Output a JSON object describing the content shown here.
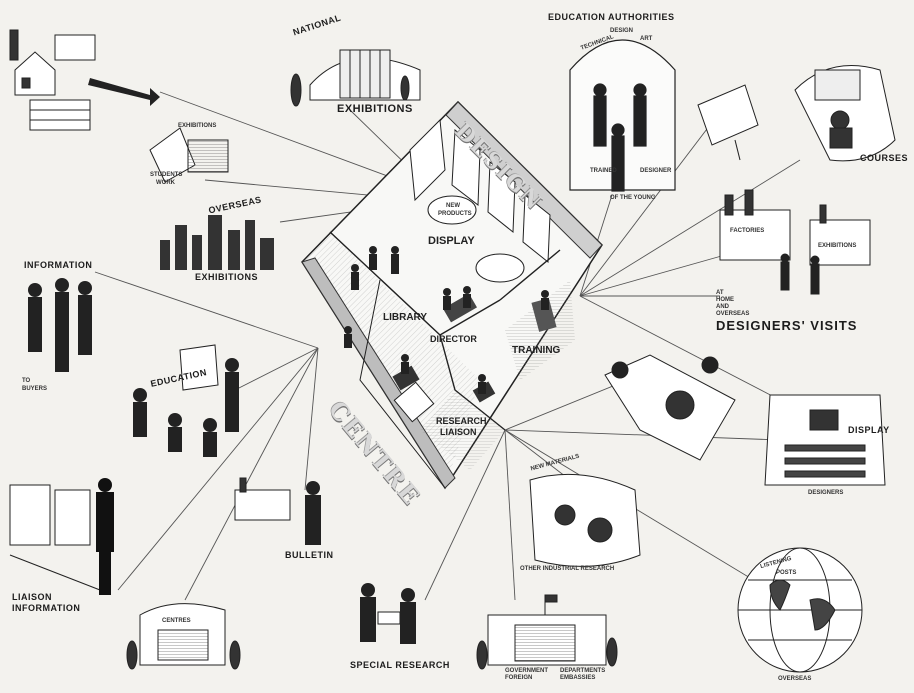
{
  "centre": {
    "title_top": "DESIGN",
    "title_bottom": "CENTRE",
    "rooms": {
      "display": "DISPLAY",
      "library": "LIBRARY",
      "director": "DIRECTOR",
      "training": "TRAINING",
      "research_liaison_1": "RESEARCH",
      "research_liaison_2": "LIAISON",
      "new_products_1": "NEW",
      "new_products_2": "PRODUCTS"
    }
  },
  "nodes": {
    "national_exhibitions_1": "NATIONAL",
    "national_exhibitions_2": "EXHIBITIONS",
    "education_authorities": "EDUCATION AUTHORITIES",
    "ea_design": "DESIGN",
    "ea_technical": "TECHNICAL",
    "ea_art": "ART",
    "ea_trained": "TRAINED",
    "ea_designer": "DESIGNER",
    "ea_young": "OF THE YOUNG",
    "exhibitions_small": "EXHIBITIONS",
    "students_work_1": "STUDENTS",
    "students_work_2": "WORK",
    "overseas_exhibitions_1": "OVERSEAS",
    "overseas_exhibitions_2": "EXHIBITIONS",
    "courses": "COURSES",
    "factories": "FACTORIES",
    "exhibitions_right": "EXHIBITIONS",
    "at_home_1": "AT",
    "at_home_2": "HOME",
    "at_home_3": "AND",
    "at_home_4": "OVERSEAS",
    "designers_visits": "DESIGNERS' VISITS",
    "information": "INFORMATION",
    "to_buyers_1": "TO",
    "to_buyers_2": "BUYERS",
    "education": "EDUCATION",
    "display_right": "DISPLAY",
    "designers_bottom": "DESIGNERS",
    "liaison_information_1": "LIAISON",
    "liaison_information_2": "INFORMATION",
    "bulletin": "BULLETIN",
    "new_materials": "NEW MATERIALS",
    "other_industrial_research": "OTHER INDUSTRIAL RESEARCH",
    "listening_posts_1": "LISTENING",
    "listening_posts_2": "POSTS",
    "overseas_bottom": "OVERSEAS",
    "centres": "CENTRES",
    "special_research": "SPECIAL RESEARCH",
    "government_1": "GOVERNMENT",
    "government_2": "FOREIGN",
    "departments_1": "DEPARTMENTS",
    "departments_2": "EMBASSIES"
  },
  "colors": {
    "paper": "#f3f2ee",
    "ink": "#1a1a1a",
    "line": "#555555",
    "hatch": "#9a9a9a"
  }
}
